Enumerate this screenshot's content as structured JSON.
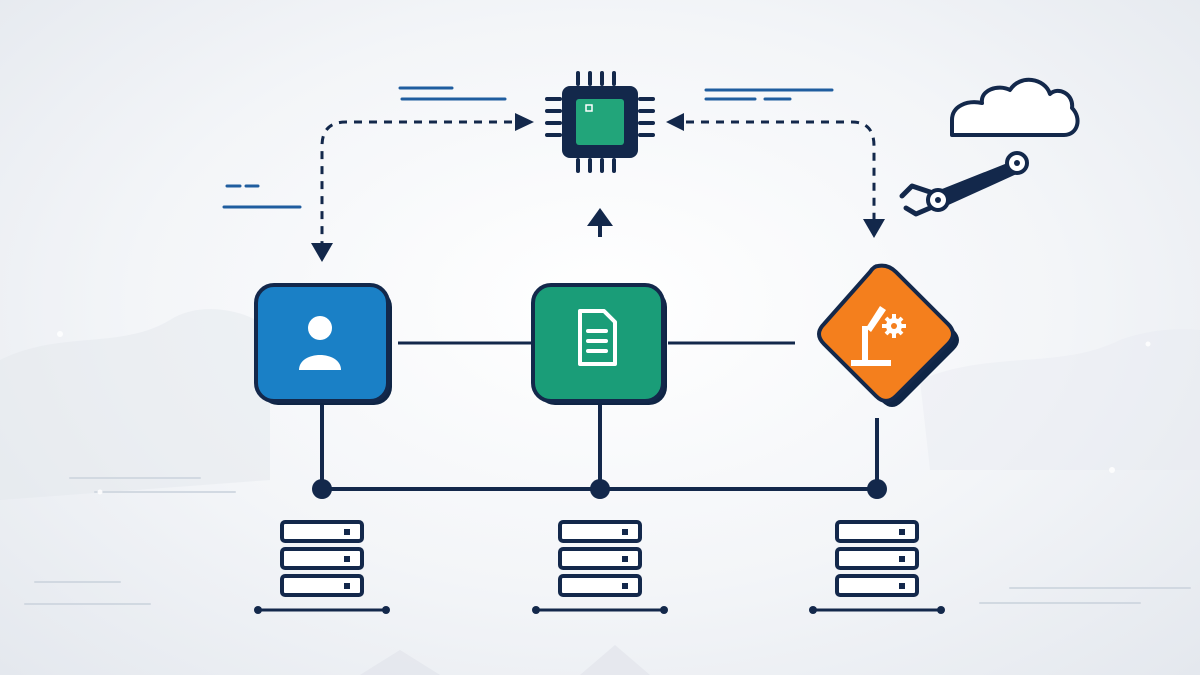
{
  "colors": {
    "navy": "#13284b",
    "blue_node": "#1a80c6",
    "green_node": "#1a9d78",
    "orange_node": "#f47f1d",
    "chip_core": "#22a57a",
    "accent_line": "#1f5d9f",
    "white": "#ffffff"
  },
  "nodes": [
    {
      "id": "user",
      "shape": "rounded-square",
      "icon": "user-icon",
      "color": "blue_node"
    },
    {
      "id": "document",
      "shape": "rounded-square",
      "icon": "document-icon",
      "color": "green_node"
    },
    {
      "id": "factory",
      "shape": "diamond",
      "icon": "factory-gear-icon",
      "color": "orange_node"
    }
  ],
  "hub": {
    "icon": "microchip-icon"
  },
  "peripherals": [
    "cloud-icon",
    "robot-arm-icon"
  ],
  "servers": [
    {
      "icon": "server-stack-icon",
      "units": 3
    },
    {
      "icon": "server-stack-icon",
      "units": 3
    },
    {
      "icon": "server-stack-icon",
      "units": 3
    }
  ],
  "connections": [
    {
      "from": "hub",
      "to": "user",
      "style": "dashed",
      "direction": "bidirectional"
    },
    {
      "from": "factory",
      "to": "hub",
      "style": "dashed",
      "direction": "bidirectional"
    },
    {
      "from": "document",
      "to": "hub",
      "style": "arrow",
      "direction": "up"
    },
    {
      "from": "user",
      "to": "document",
      "style": "solid"
    },
    {
      "from": "document",
      "to": "factory",
      "style": "solid"
    },
    {
      "from": "nodes",
      "to": "bus",
      "style": "solid"
    }
  ]
}
